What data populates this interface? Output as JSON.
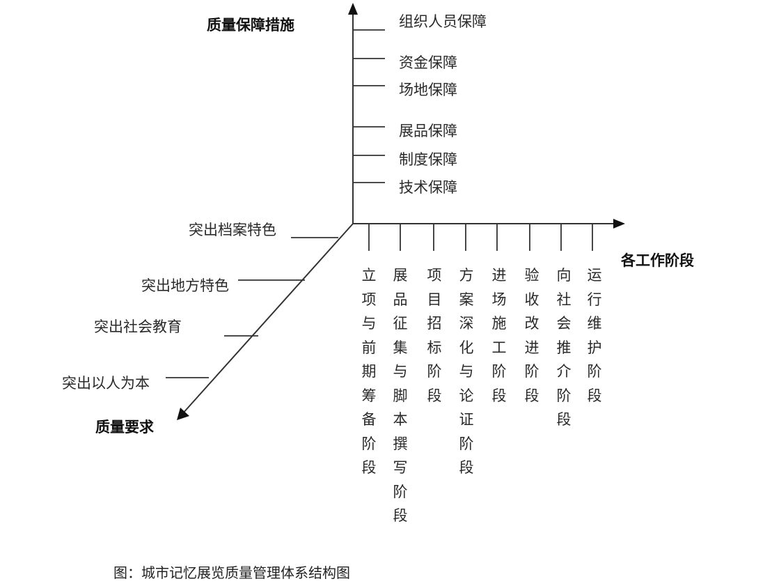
{
  "axes": {
    "vertical_title": "质量保障措施",
    "horizontal_title": "各工作阶段",
    "diagonal_title": "质量要求"
  },
  "measures": [
    "组织人员保障",
    "资金保障",
    "场地保障",
    "展品保障",
    "制度保障",
    "技术保障"
  ],
  "requirements": [
    "突出档案特色",
    "突出地方特色",
    "突出社会教育",
    "突出以人为本"
  ],
  "stages": [
    "立项与前期筹备阶段",
    "展品征集与脚本撰写阶段",
    "项目招标阶段",
    "方案深化与论证阶段",
    "进场施工阶段",
    "验收改进阶段",
    "向社会推介阶段",
    "运行维护阶段"
  ],
  "caption": "图：城市记忆展览质量管理体系结构图"
}
